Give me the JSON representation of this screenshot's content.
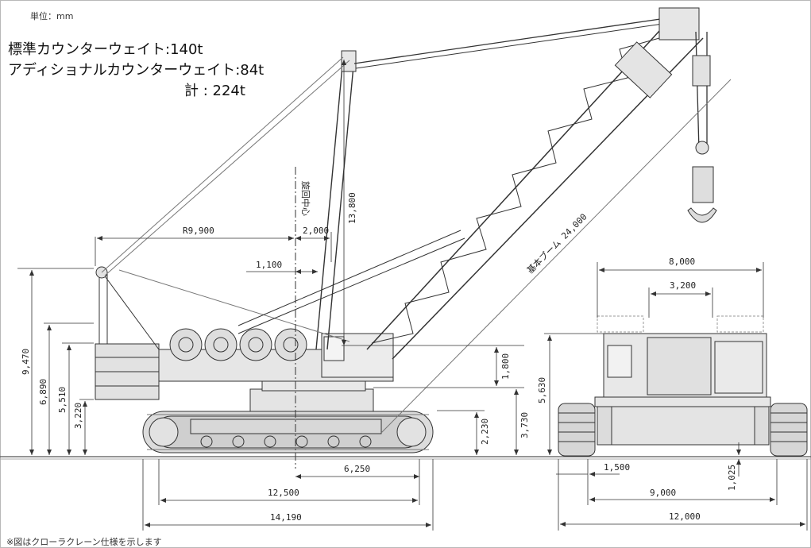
{
  "unit_label": "単位：mm",
  "counterweight": {
    "standard": "標準カウンターウェイト:140t",
    "additional": "アディショナルカウンターウェイト:84t",
    "total": "計 : 224t"
  },
  "footnote": "※図はクローラクレーン仕様を示します",
  "side_view": {
    "boom_label": "基本ブーム 24,000",
    "center_label": "旋回中心",
    "dims": {
      "r_radius": "R9,900",
      "d2000": "2,000",
      "d1100": "1,100",
      "d13800": "13,800",
      "h9470": "9,470",
      "h6890": "6,890",
      "h5510": "5,510",
      "h3220": "3,220",
      "h1800": "1,800",
      "h3730": "3,730",
      "h2230": "2,230",
      "w6250": "6,250",
      "w12500": "12,500",
      "w14190": "14,190"
    }
  },
  "front_view": {
    "dims": {
      "w8000": "8,000",
      "w3200": "3,200",
      "h5630": "5,630",
      "w1500": "1,500",
      "h1025": "1,025",
      "w9000": "9,000",
      "w12000": "12,000"
    }
  },
  "colors": {
    "line": "#333333",
    "body": "#e6e6e6",
    "track": "#d0d0d0",
    "faint": "#9a9a9a"
  }
}
